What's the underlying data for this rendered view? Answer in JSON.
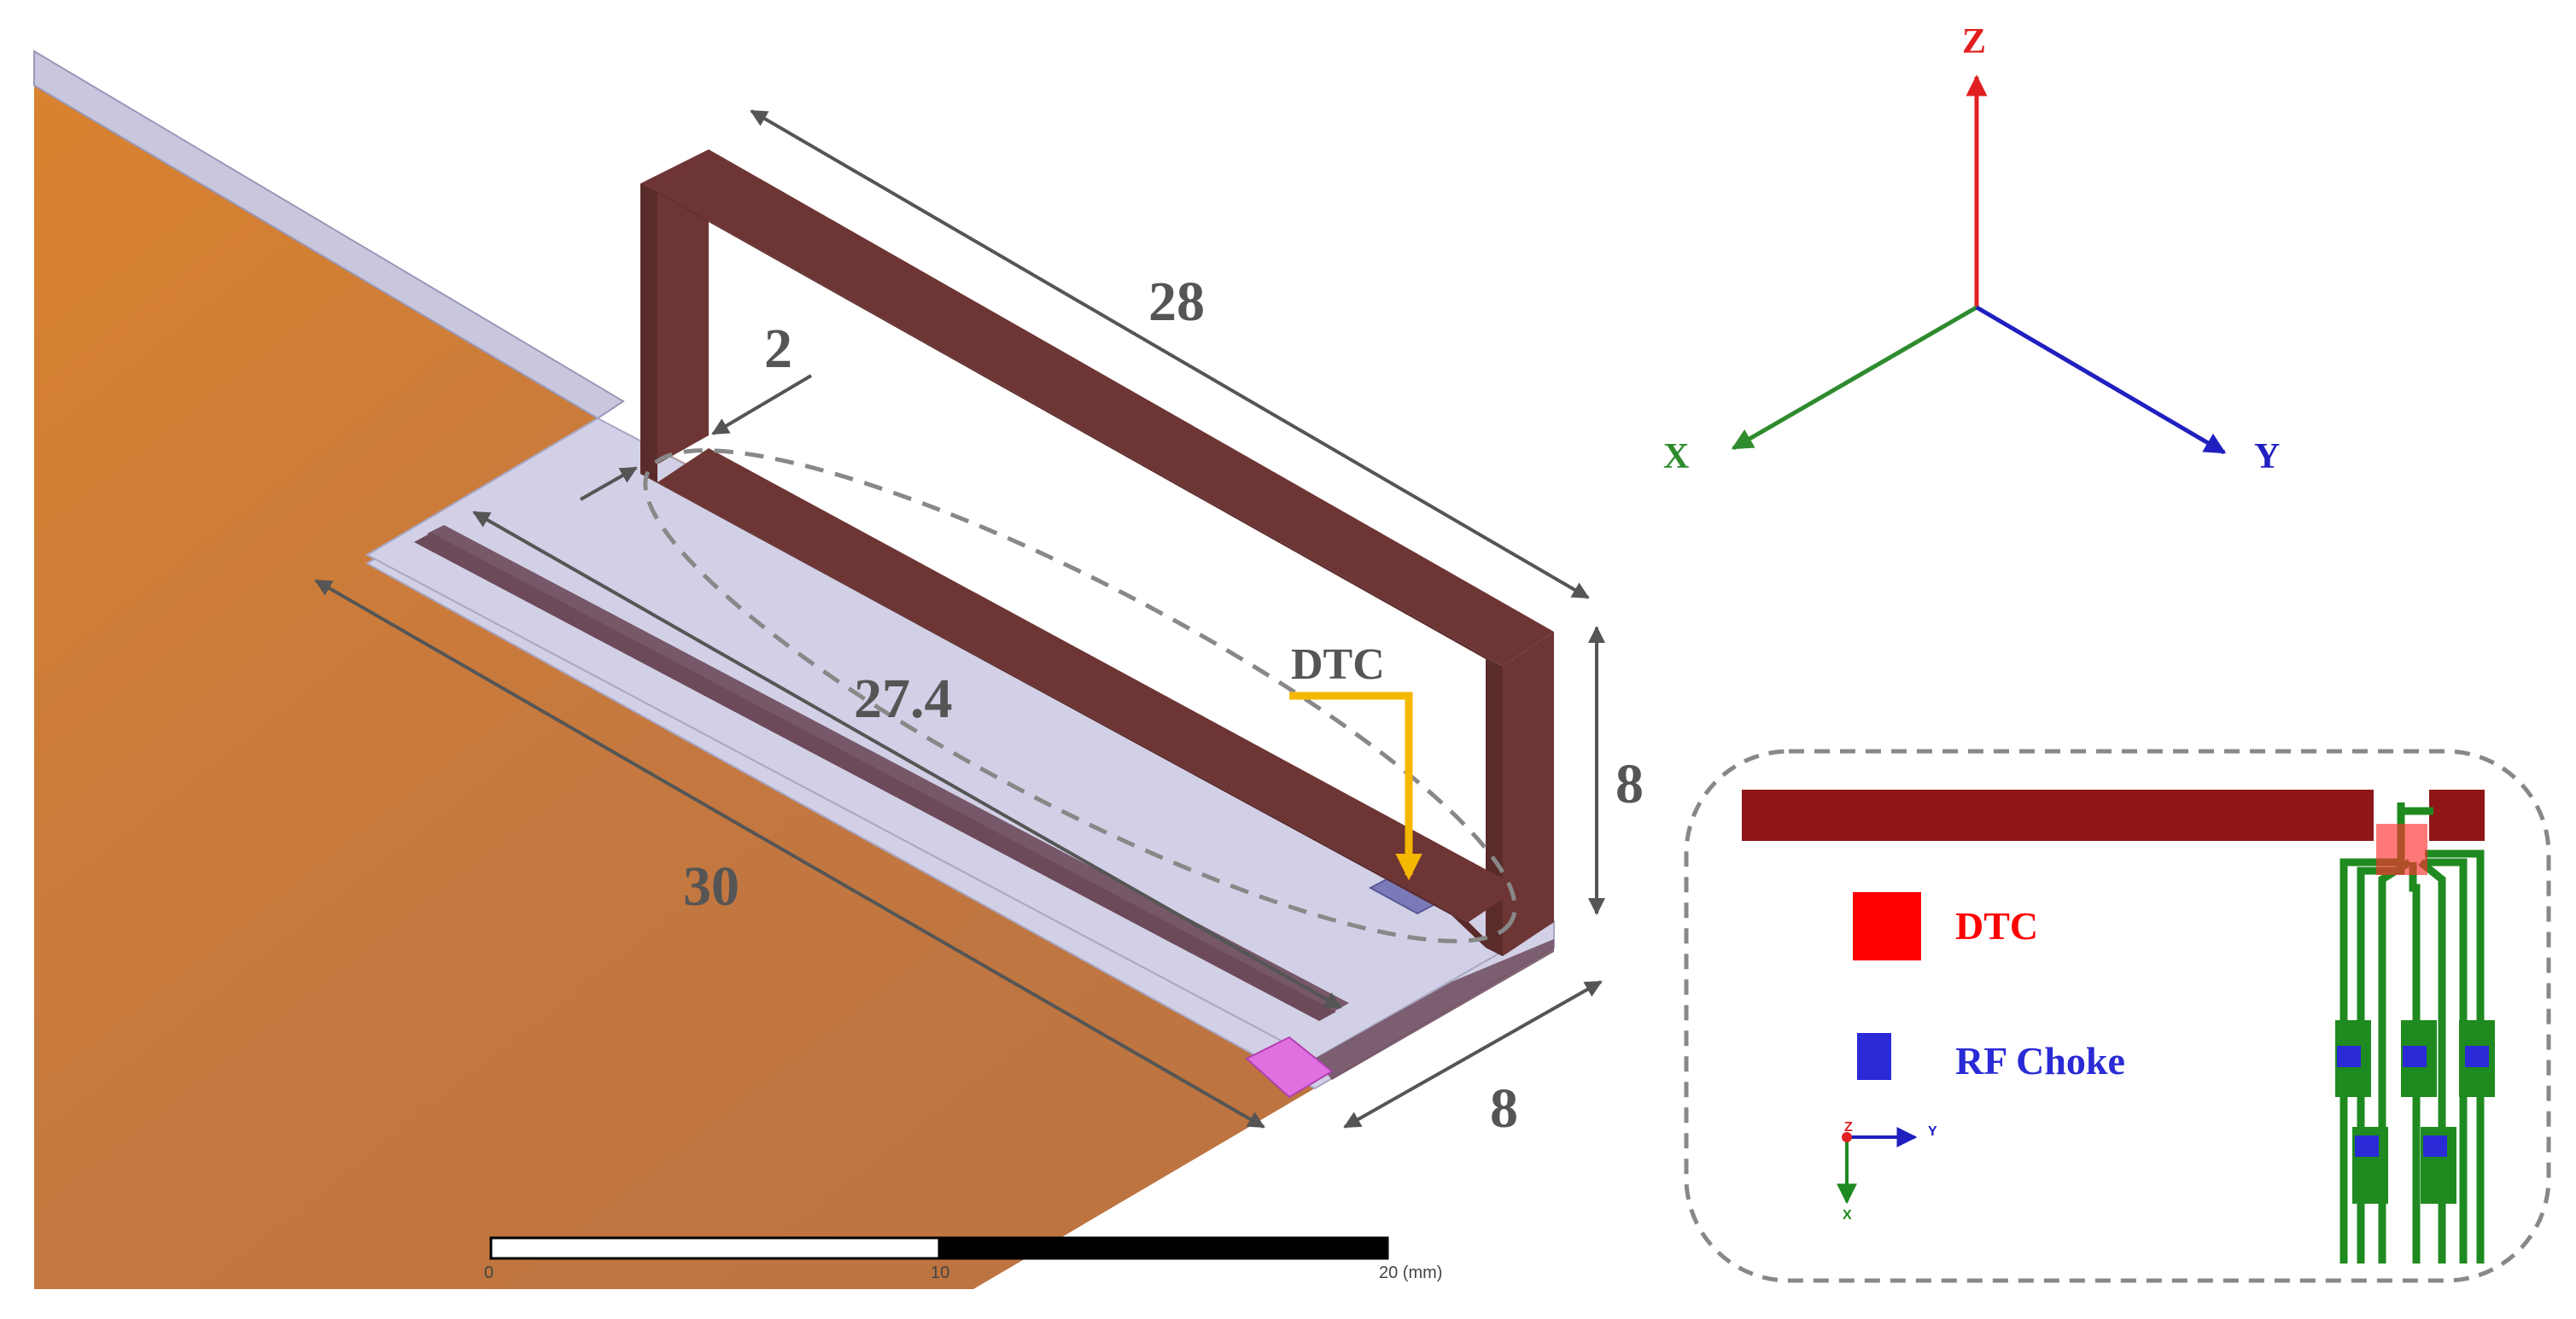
{
  "dimensions": {
    "loop_length": "28",
    "gap_width": "2",
    "strip_length": "27.4",
    "ground_length": "30",
    "loop_height": "8",
    "clearance_width": "8"
  },
  "callouts": {
    "dtc": "DTC"
  },
  "axes": {
    "z": "Z",
    "x": "X",
    "y": "Y"
  },
  "scale_bar": {
    "tick_0": "0",
    "tick_10": "10",
    "tick_20": "20 (mm)"
  },
  "inset": {
    "legend_dtc": "DTC",
    "legend_rf_choke": "RF Choke",
    "mini_axis_y": "Y",
    "mini_axis_x": "X",
    "mini_axis_z": "Z"
  },
  "colors": {
    "ground_plane": "#c17a3e",
    "ground_highlight": "#d98b3a",
    "substrate": "#d2d0e6",
    "loop_metal": "#6e3535",
    "loop_metal_side": "#5a2b2b",
    "inset_strip": "#8e1616",
    "dtc_red": "#ff0000",
    "choke_blue": "#2a2ad6",
    "trace_green": "#1f8a1f",
    "arrow_yellow": "#f5b800",
    "axis_z_red": "#e02020",
    "axis_x_green": "#2e8b2e",
    "axis_y_blue": "#2020c0"
  }
}
